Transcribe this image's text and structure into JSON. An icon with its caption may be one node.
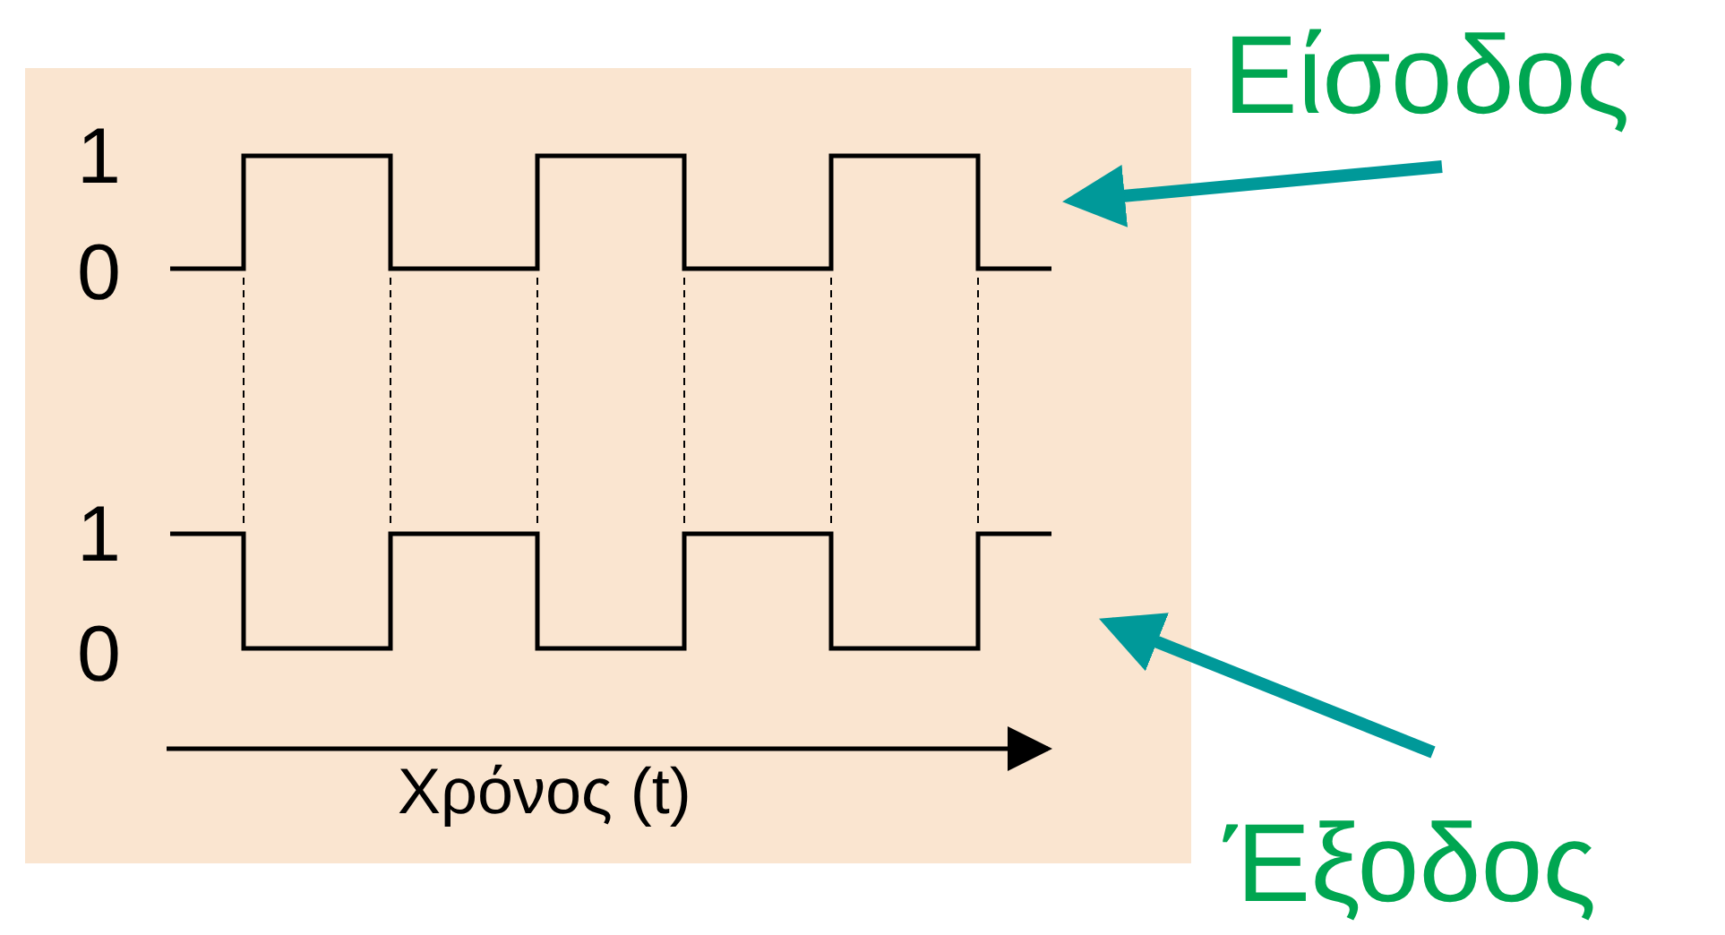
{
  "diagram": {
    "nodes": [
      {
        "text": [
          "Είσοδος"
        ]
      },
      {
        "text": [],
        "shape": "line"
      },
      {
        "text": [
          "Έξοδος"
        ]
      },
      {
        "text": [],
        "shape": "line"
      }
    ],
    "edges": [
      {
        "from": 0,
        "to": 1,
        "arrow": "to"
      },
      {
        "from": 2,
        "to": 3,
        "arrow": "to"
      }
    ],
    "labels": [
      "1",
      "0",
      "1",
      "0",
      "Χρόνος (t)"
    ]
  }
}
